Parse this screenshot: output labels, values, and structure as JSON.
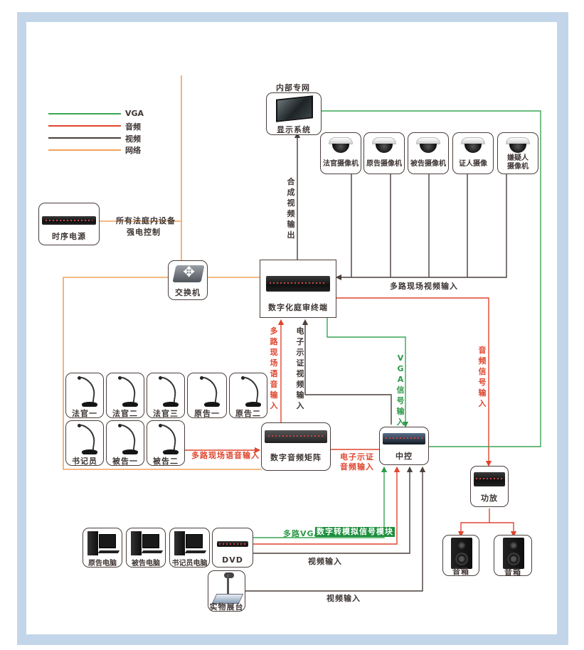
{
  "colors": {
    "vga": "#3aa655",
    "audio": "#e0452f",
    "video": "#4a3f3b",
    "network": "#f2a25a",
    "frame": "#c3d6e9"
  },
  "legend": [
    {
      "label": "VGA",
      "type": "vga"
    },
    {
      "label": "音频",
      "type": "audio"
    },
    {
      "label": "视频",
      "type": "video"
    },
    {
      "label": "网络",
      "type": "network"
    }
  ],
  "devices": {
    "power_sequencer": "时序电源",
    "switch": "交换机",
    "display_system": "显示系统",
    "display_network": "内部专网",
    "terminal": "数字化庭审终端",
    "audio_matrix": "数字音频矩阵",
    "central_control": "中控",
    "amplifier": "功放",
    "speakers": [
      "音箱",
      "音箱"
    ],
    "dvd": "DVD",
    "visualizer": "实物展台",
    "cameras": [
      "法官摄像机",
      "原告摄像机",
      "被告摄像机",
      "证人摄像",
      "嫌疑人摄像机"
    ],
    "mics_row1": [
      "法官一",
      "法官二",
      "法官三",
      "原告一",
      "原告二"
    ],
    "mics_row2": [
      "书记员",
      "被告一",
      "被告二"
    ],
    "computers": [
      "原告电脑",
      "被告电脑",
      "书记员电脑"
    ]
  },
  "connection_labels": {
    "power_control_line1": "所有法庭内设备",
    "power_control_line2": "强电控制",
    "composite_video_out": "合成视频输出",
    "multi_camera_in": "多路现场视频输入",
    "multi_voice_in_vertical": "多路现场语音输入",
    "evidence_video_in": "电子示证视频输入",
    "vga_signal_in": "VGA信号输入",
    "audio_signal_in": "音频信号输入",
    "multi_voice_in_horizontal": "多路现场语音输入",
    "evidence_audio_in_line1": "电子示证",
    "evidence_audio_in_line2": "音频输入",
    "multi_vga": "多路VGA",
    "d2a_module": "数字转模拟信号模块",
    "video_in_dvd": "视频输入",
    "video_in_visualizer": "视频输入"
  }
}
